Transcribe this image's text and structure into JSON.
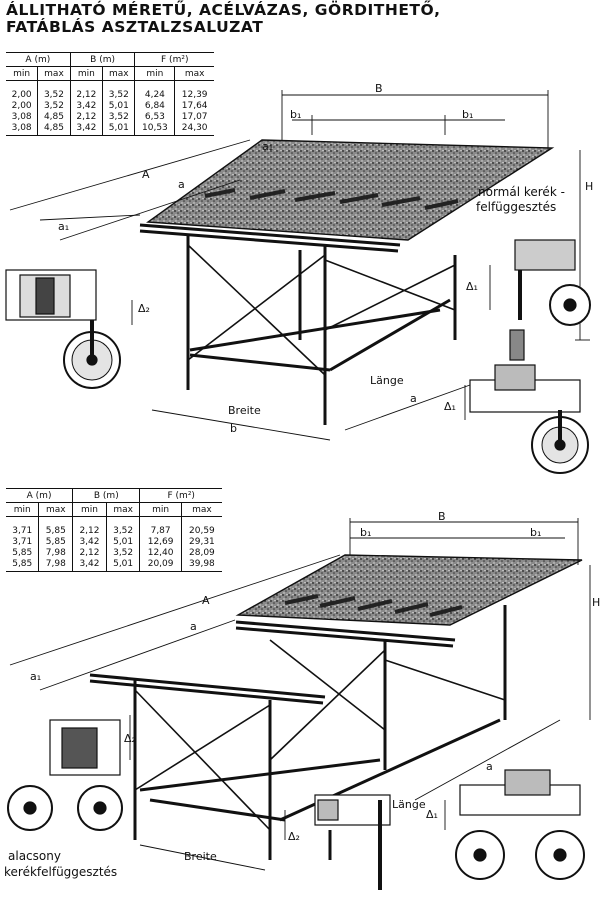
{
  "title": {
    "line1": "ÁLLITHATÓ MÉRETŰ, ACÉLVÁZAS, GÖRDITHETŐ,",
    "line2": "FATÁBLÁS ASZTALZSALUZAT"
  },
  "table1": {
    "groups": [
      "A (m)",
      "B (m)",
      "F (m²)"
    ],
    "sub": [
      "min",
      "max",
      "min",
      "max",
      "min",
      "max"
    ],
    "rows": [
      [
        "2,00",
        "3,52",
        "2,12",
        "3,52",
        "4,24",
        "12,39"
      ],
      [
        "2,00",
        "3,52",
        "3,42",
        "5,01",
        "6,84",
        "17,64"
      ],
      [
        "3,08",
        "4,85",
        "2,12",
        "3,52",
        "6,53",
        "17,07"
      ],
      [
        "3,08",
        "4,85",
        "3,42",
        "5,01",
        "10,53",
        "24,30"
      ]
    ]
  },
  "table2": {
    "groups": [
      "A (m)",
      "B (m)",
      "F (m²)"
    ],
    "sub": [
      "min",
      "max",
      "min",
      "max",
      "min",
      "max"
    ],
    "rows": [
      [
        "3,71",
        "5,85",
        "2,12",
        "3,52",
        "7,87",
        "20,59"
      ],
      [
        "3,71",
        "5,85",
        "3,42",
        "5,01",
        "12,69",
        "29,31"
      ],
      [
        "5,85",
        "7,98",
        "2,12",
        "3,52",
        "12,40",
        "28,09"
      ],
      [
        "5,85",
        "7,98",
        "3,42",
        "5,01",
        "20,09",
        "39,98"
      ]
    ]
  },
  "diagram1": {
    "B": "B",
    "b1_left": "b₁",
    "b1_right": "b₁",
    "A": "A",
    "a_upper": "a",
    "a_lower": "a",
    "a1_top": "a₁",
    "a1_left": "a₁",
    "H": "H",
    "delta1_upper": "Δ₁",
    "delta1_lower": "Δ₁",
    "delta2": "Δ₂",
    "breite": "Breite",
    "b": "b",
    "lange": "Länge",
    "note": [
      "normál kerék -",
      "felfüggesztés"
    ]
  },
  "diagram2": {
    "B": "B",
    "b1_left": "b₁",
    "b1_right": "b₁",
    "A": "A",
    "a_upper": "a",
    "a_lower": "a",
    "a1": "a₁",
    "H": "H",
    "delta1": "Δ₁",
    "delta2_left": "Δ₂",
    "delta2_mid": "Δ₂",
    "breite": "Breite",
    "lange": "Länge",
    "note": [
      "alacsony",
      "kerékfelfüggesztés"
    ]
  },
  "colors": {
    "ink": "#111111",
    "paper": "#ffffff",
    "deck": "#555555"
  }
}
